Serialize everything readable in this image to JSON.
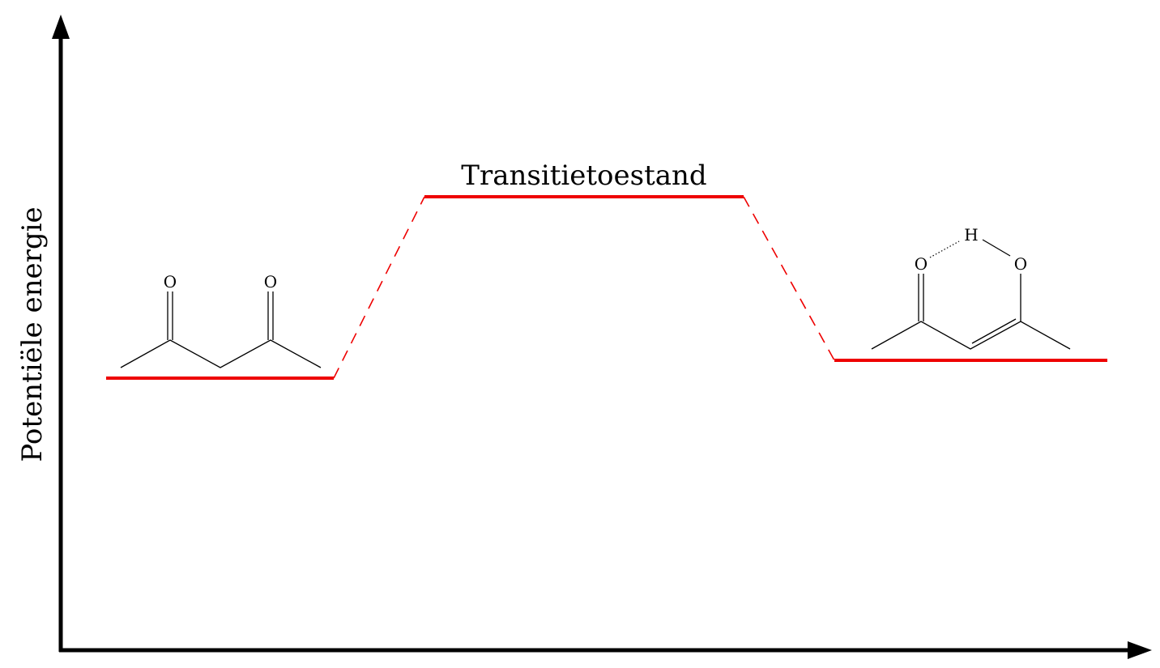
{
  "diagram": {
    "y_axis_label": "Potentiële energie",
    "transition_state_label": "Transitietoestand",
    "levels": [
      {
        "name": "reactant-level"
      },
      {
        "name": "transition-state-level"
      },
      {
        "name": "product-level"
      }
    ],
    "reactant_molecule": {
      "atoms": [
        "O",
        "O"
      ]
    },
    "product_molecule": {
      "atoms": [
        "O",
        "H",
        "O"
      ]
    },
    "colors": {
      "level": "#ee0000",
      "axis": "#000000",
      "molecule": "#000000"
    }
  }
}
